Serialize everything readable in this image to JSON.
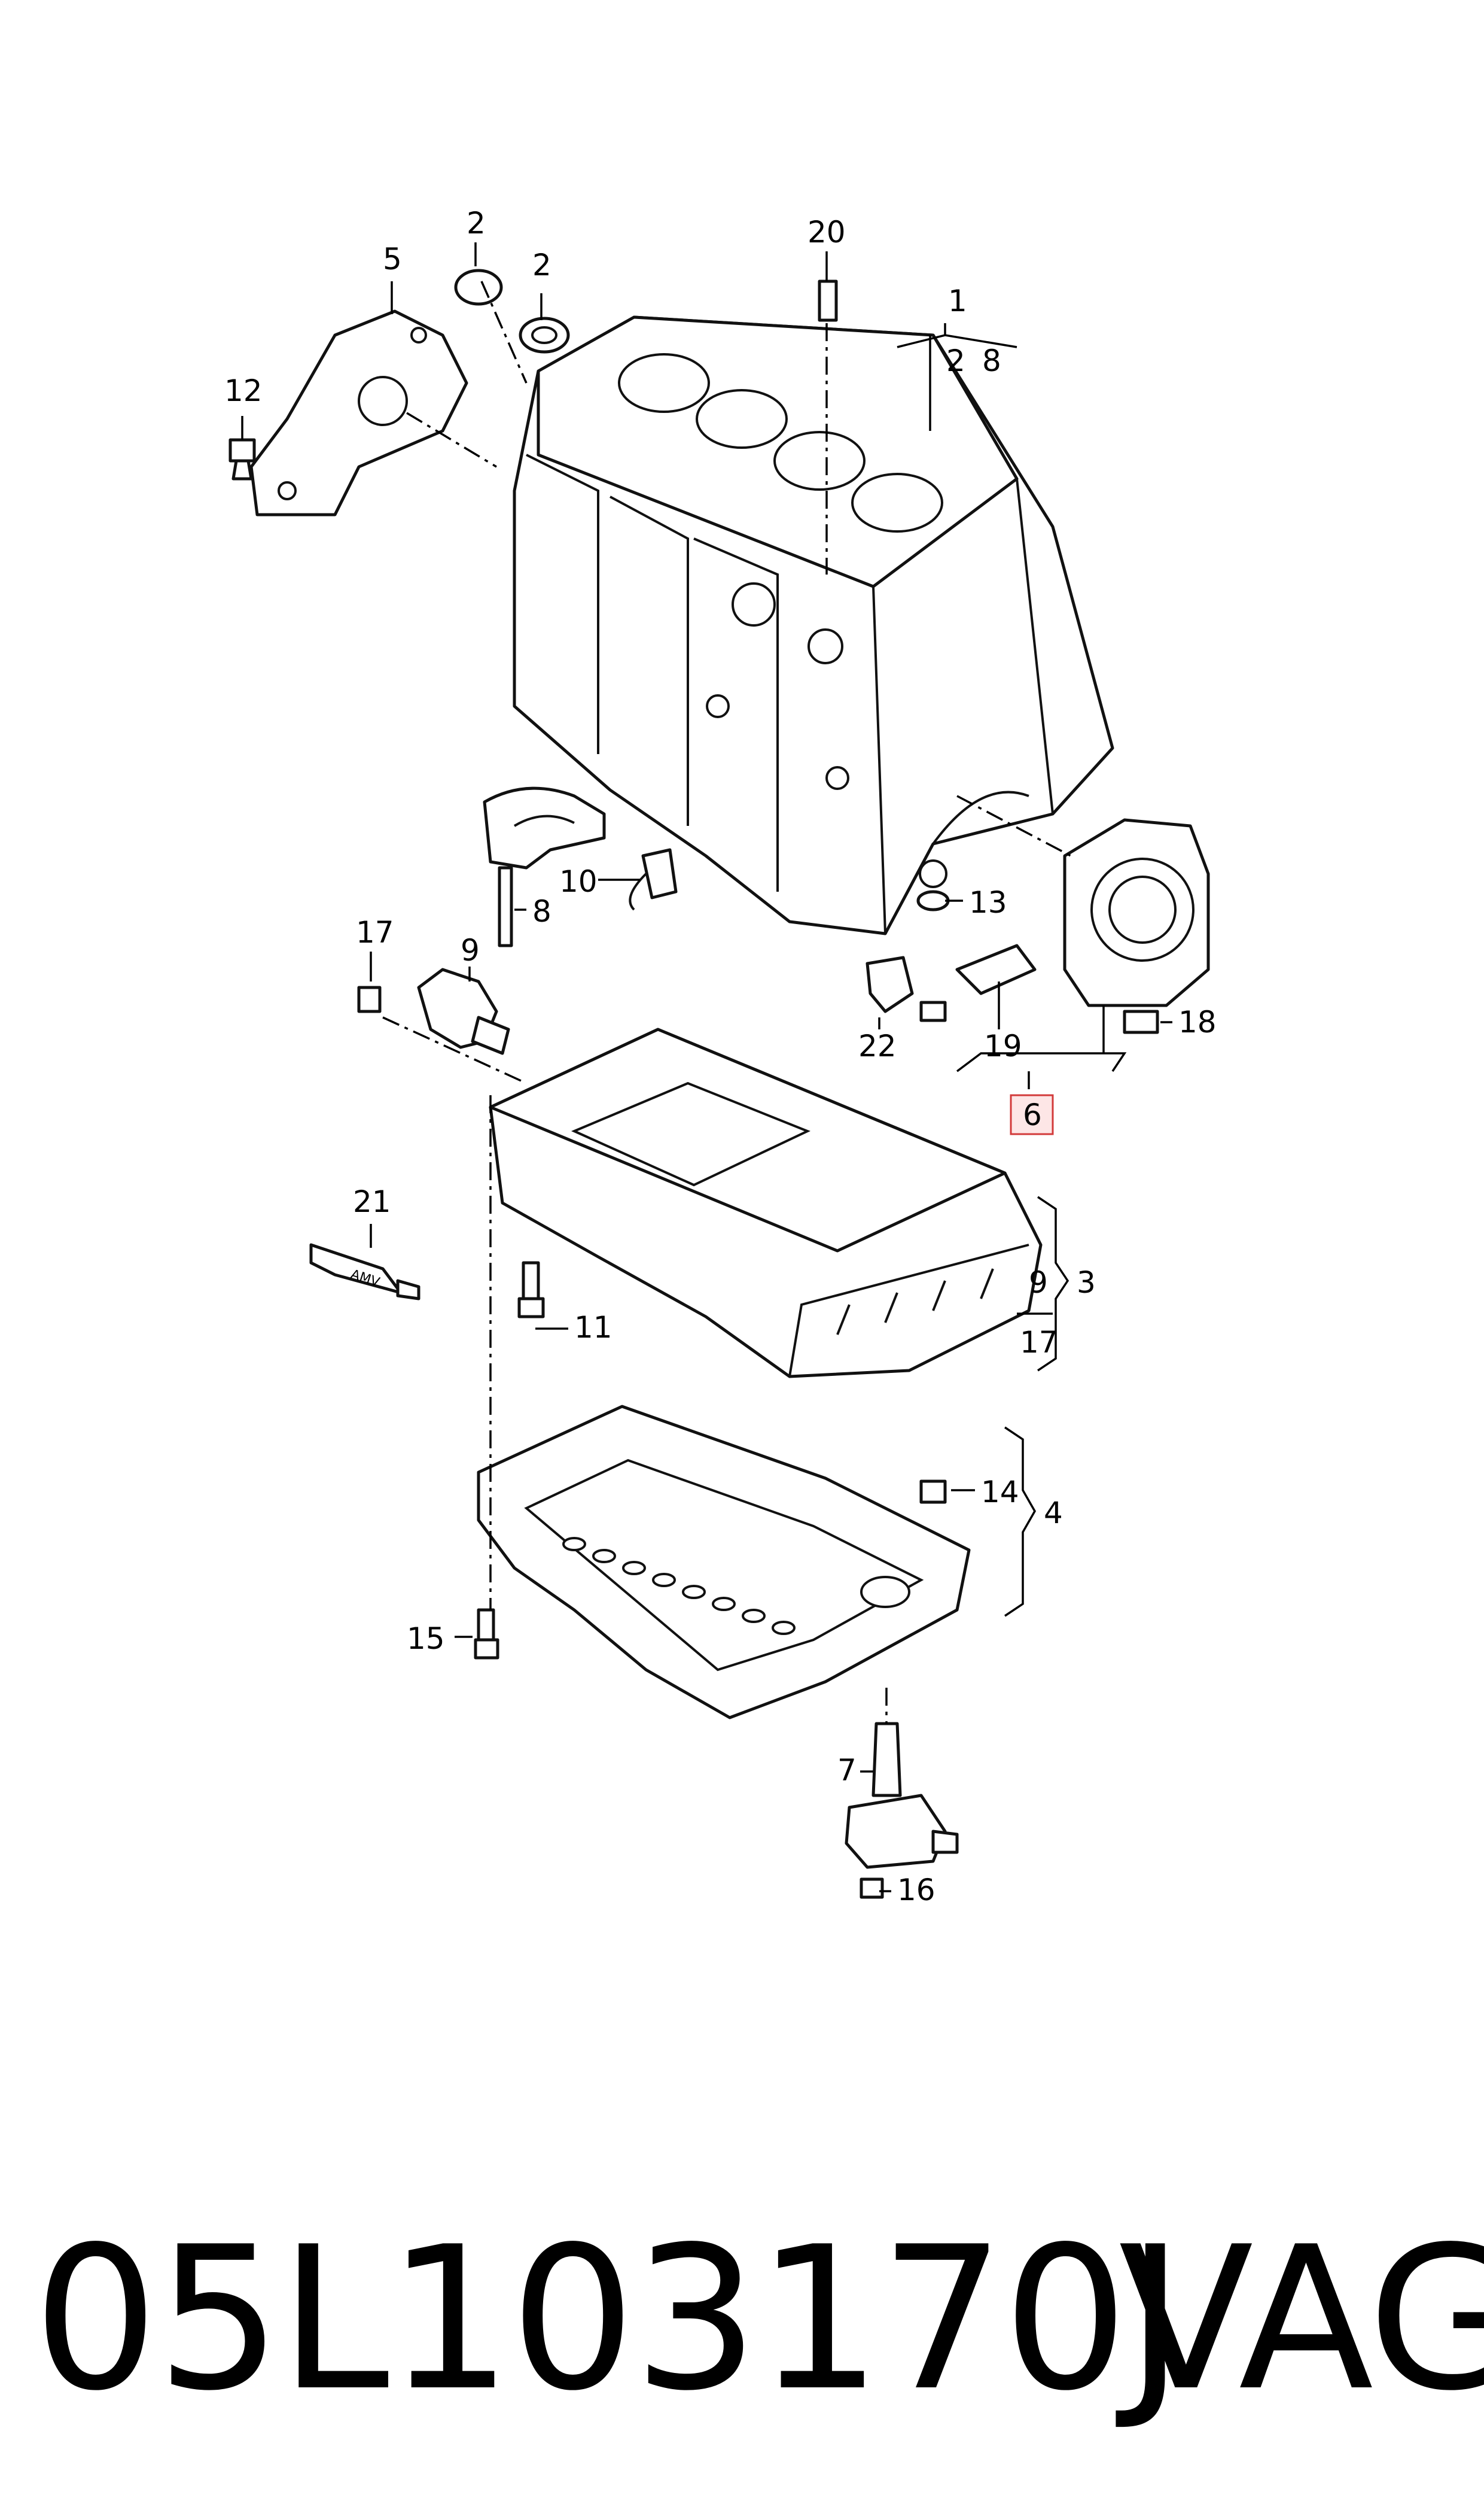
{
  "diagram": {
    "callouts": {
      "c1": "1",
      "c2a": "2",
      "c2b": "2",
      "c2c": "2",
      "c3": "3",
      "c4": "4",
      "c5": "5",
      "c6": "6",
      "c7": "7",
      "c8a": "8",
      "c8b": "8",
      "c9a": "9",
      "c9b": "9",
      "c10": "10",
      "c11": "11",
      "c12": "12",
      "c13": "13",
      "c14": "14",
      "c15": "15",
      "c16": "16",
      "c17a": "17",
      "c17b": "17",
      "c18": "18",
      "c19": "19",
      "c20": "20",
      "c21": "21",
      "c22": "22"
    },
    "tube_text": "AMV",
    "highlight_color": "#d23a3a"
  },
  "footer": {
    "part_number": "05L103170J",
    "brand": "VAG"
  }
}
